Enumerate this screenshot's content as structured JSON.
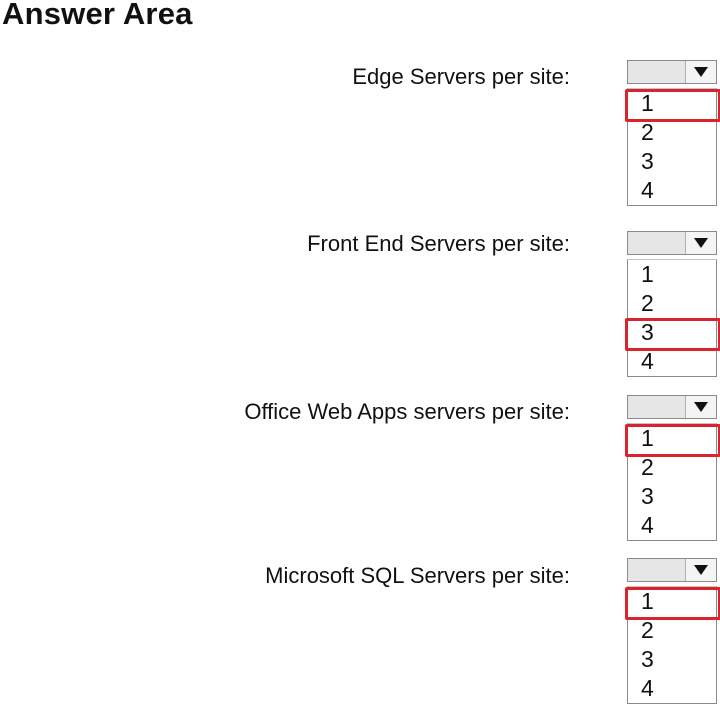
{
  "title": "Answer Area",
  "accent_color": "#d9232e",
  "questions": [
    {
      "label": "Edge Servers per site:",
      "options": [
        "1",
        "2",
        "3",
        "4"
      ],
      "selected": "1"
    },
    {
      "label": "Front End Servers per site:",
      "options": [
        "1",
        "2",
        "3",
        "4"
      ],
      "selected": "3"
    },
    {
      "label": "Office Web Apps servers per site:",
      "options": [
        "1",
        "2",
        "3",
        "4"
      ],
      "selected": "1"
    },
    {
      "label": "Microsoft SQL Servers per site:",
      "options": [
        "1",
        "2",
        "3",
        "4"
      ],
      "selected": "1"
    }
  ],
  "icons": {
    "dropdown": "triangle-down-icon"
  }
}
